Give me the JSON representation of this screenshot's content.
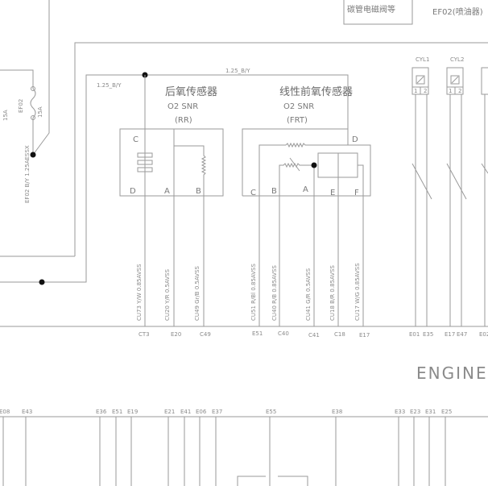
{
  "top": {
    "box_label": "碳管电磁阀等",
    "ef02_label": "EF02(喷油器)"
  },
  "fuse": {
    "name": "EF02",
    "rating": "15A",
    "rating_left": "15A",
    "wire": "EF02 B/Y 1.25AESSX"
  },
  "wires": {
    "top": "1.25_B/Y",
    "left": "1.25_B/Y"
  },
  "rear_sensor": {
    "title": "后氧传感器",
    "model": "O2 SNR",
    "position": "(RR)",
    "pins": [
      "C",
      "D",
      "A",
      "B"
    ]
  },
  "front_sensor": {
    "title": "线性前氧传感器",
    "model": "O2 SNR",
    "position": "(FRT)",
    "pins": [
      "D",
      "C",
      "B",
      "A",
      "E",
      "F"
    ]
  },
  "wire_labels": [
    "CU73 Y/W 0.85AVSS",
    "CU20 Y/R 0.5AVSS",
    "CU49 Gr/B 0.5AVSS",
    "CU51 R/Bl 0.85AVSS",
    "CU40 R/B 0.85AVSS",
    "CU41 G/R 0.5AVSS",
    "CU18 B/R 0.85AVSS",
    "CU17 W/G 0.85AVSS"
  ],
  "mid_terminals": [
    "CT3",
    "E20",
    "C49",
    "E51",
    "C40",
    "C41",
    "C18",
    "E17",
    "E01",
    "E35",
    "E17",
    "E47",
    "E02"
  ],
  "injectors": [
    {
      "name": "CYL1",
      "pins": [
        "1",
        "2"
      ]
    },
    {
      "name": "CYL2",
      "pins": [
        "1",
        "2"
      ]
    }
  ],
  "section_title": "ENGINE E",
  "bottom_terminals": [
    "E08",
    "E43",
    "E36",
    "E51",
    "E19",
    "E21",
    "E41",
    "E06",
    "E37",
    "E55",
    "E38",
    "E33",
    "E23",
    "E31",
    "E25"
  ]
}
